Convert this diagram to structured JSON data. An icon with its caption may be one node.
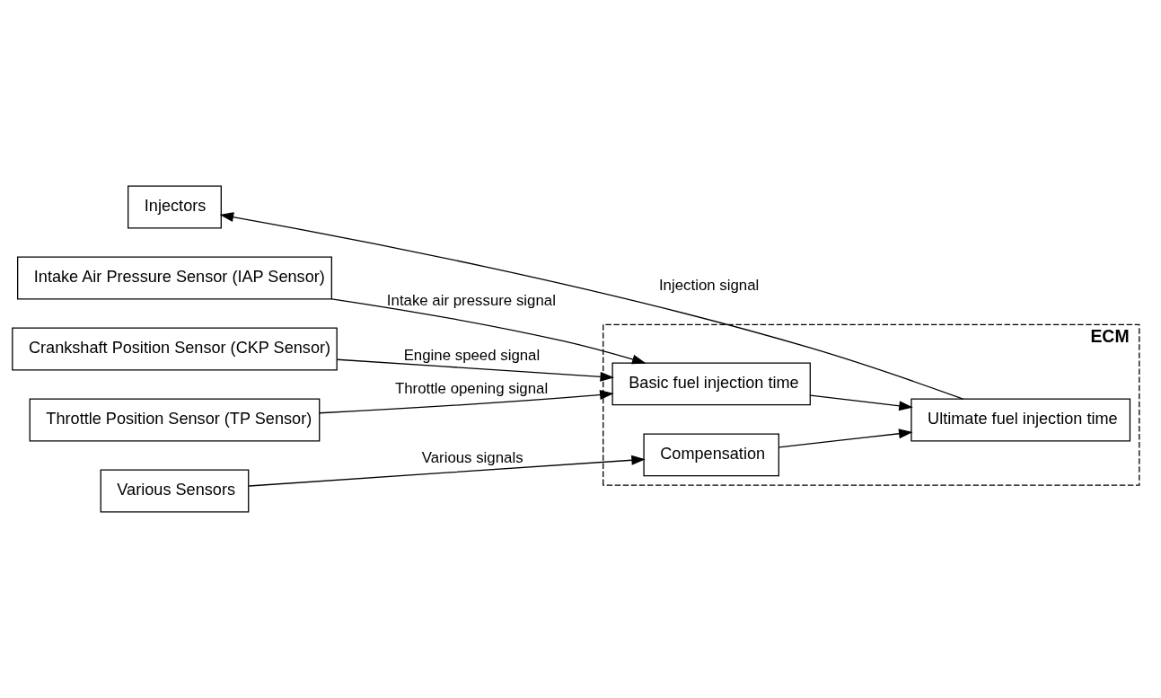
{
  "diagram": {
    "nodes": [
      {
        "text": [
          "ECM"
        ]
      },
      {
        "text": [
          "Intake Air Pressure Sensor (IAP Sensor)"
        ]
      },
      {
        "text": [
          "Crankshaft Position Sensor (CKP Sensor)"
        ]
      },
      {
        "text": [
          "Throttle Position Sensor (TP Sensor)"
        ]
      },
      {
        "text": [
          "Various Sensors"
        ]
      },
      {
        "text": [
          "Injectors"
        ]
      },
      {
        "text": [
          "Basic fuel injection time"
        ],
        "in": 0
      },
      {
        "text": [
          "Compensation"
        ],
        "in": 0
      },
      {
        "text": [
          "Ultimate fuel injection time"
        ],
        "in": 0
      }
    ],
    "edges": [
      {
        "from": 1,
        "to": 6,
        "arrow": "to",
        "label": "Intake air pressure signal"
      },
      {
        "from": 2,
        "to": 6,
        "arrow": "to",
        "label": "Engine speed signal"
      },
      {
        "from": 3,
        "to": 6,
        "arrow": "to",
        "label": "Throttle opening signal"
      },
      {
        "from": 4,
        "to": 7,
        "arrow": "to",
        "label": "Various signals"
      },
      {
        "from": 6,
        "to": 8,
        "arrow": "to"
      },
      {
        "from": 7,
        "to": 8,
        "arrow": "to"
      },
      {
        "from": 8,
        "to": 5,
        "arrow": "to",
        "label": "Injection signal"
      }
    ]
  }
}
